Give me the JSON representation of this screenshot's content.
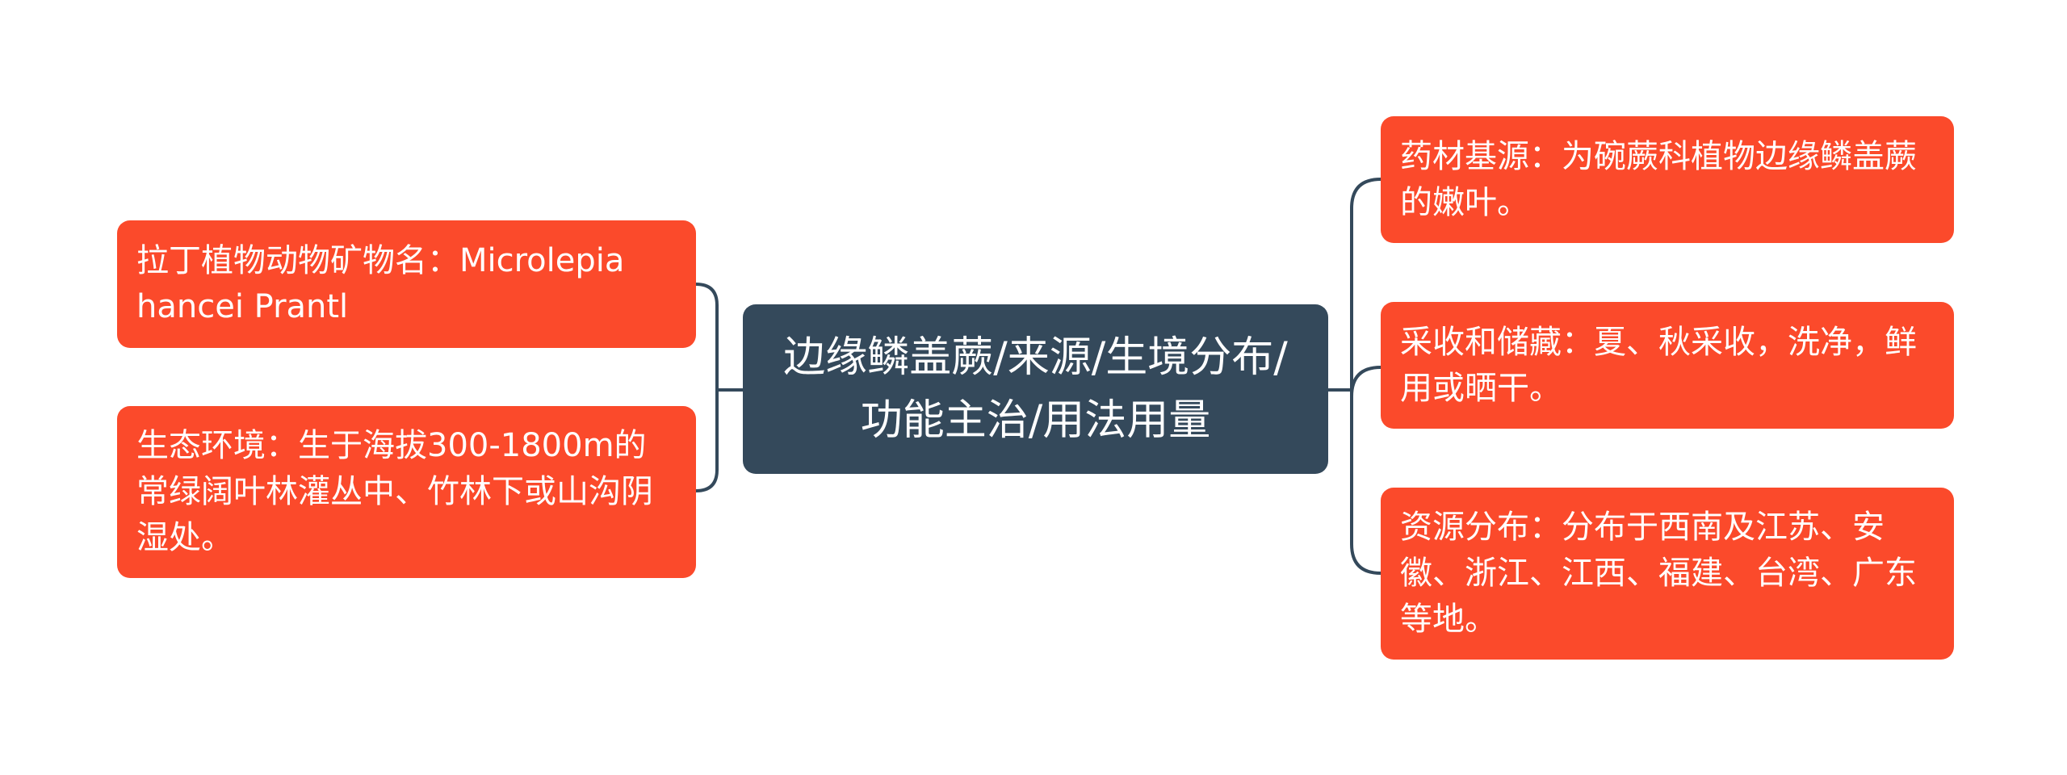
{
  "root": {
    "title": "边缘鳞盖蕨/来源/生境分布/功能主治/用法用量"
  },
  "left_branches": [
    {
      "text": "拉丁植物动物矿物名：Microlepia hancei Prantl"
    },
    {
      "text": "生态环境：生于海拔300-1800m的常绿阔叶林灌丛中、竹林下或山沟阴湿处。"
    }
  ],
  "right_branches": [
    {
      "text": "药材基源：为碗蕨科植物边缘鳞盖蕨的嫩叶。"
    },
    {
      "text": "采收和储藏：夏、秋采收，洗净，鲜用或晒干。"
    },
    {
      "text": "资源分布：分布于西南及江苏、安徽、浙江、江西、福建、台湾、广东等地。"
    }
  ],
  "colors": {
    "root_fill": "#34495b",
    "branch_fill": "#fb4a2b",
    "connector": "#34495b",
    "text": "#ffffff"
  }
}
